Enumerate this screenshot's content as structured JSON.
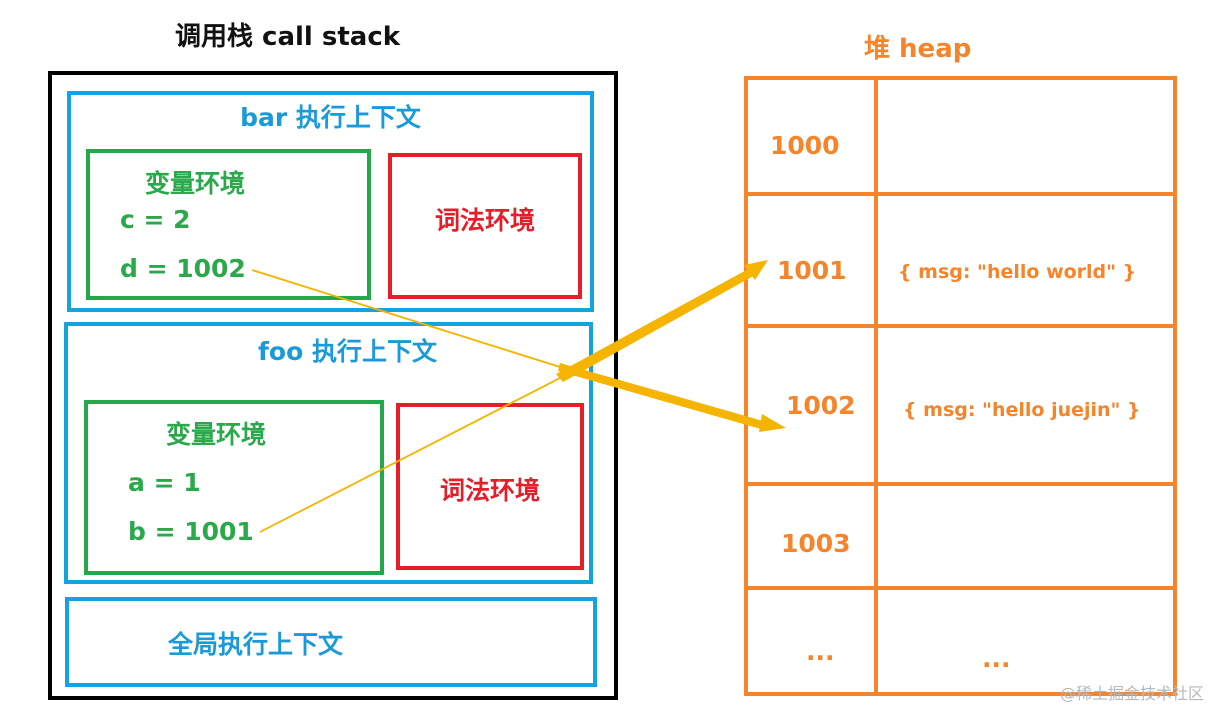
{
  "call_stack": {
    "title": "调用栈 call stack",
    "contexts": [
      {
        "title": "bar 执行上下文",
        "variable_env": {
          "title": "变量环境",
          "vars": [
            "c = 2",
            "d = 1002"
          ]
        },
        "lexical_env": {
          "title": "词法环境"
        }
      },
      {
        "title": "foo 执行上下文",
        "variable_env": {
          "title": "变量环境",
          "vars": [
            "a = 1",
            "b = 1001"
          ]
        },
        "lexical_env": {
          "title": "词法环境"
        }
      },
      {
        "title": "全局执行上下文"
      }
    ]
  },
  "heap": {
    "title": "堆 heap",
    "rows": [
      {
        "address": "1000",
        "value": ""
      },
      {
        "address": "1001",
        "value": "{ msg: \"hello world\" }"
      },
      {
        "address": "1002",
        "value": "{ msg: \"hello juejin\" }"
      },
      {
        "address": "1003",
        "value": ""
      },
      {
        "address": "...",
        "value": "..."
      }
    ]
  },
  "references": [
    {
      "from": "d = 1002",
      "to": "1002"
    },
    {
      "from": "b = 1001",
      "to": "1001"
    }
  ],
  "colors": {
    "stack_border": "#000000",
    "context_border": "#12a3e0",
    "variable_env": "#23a84a",
    "lexical_env": "#e3202a",
    "heap": "#f5842a",
    "arrow": "#f5b400"
  },
  "watermark": "@稀土掘金技术社区"
}
